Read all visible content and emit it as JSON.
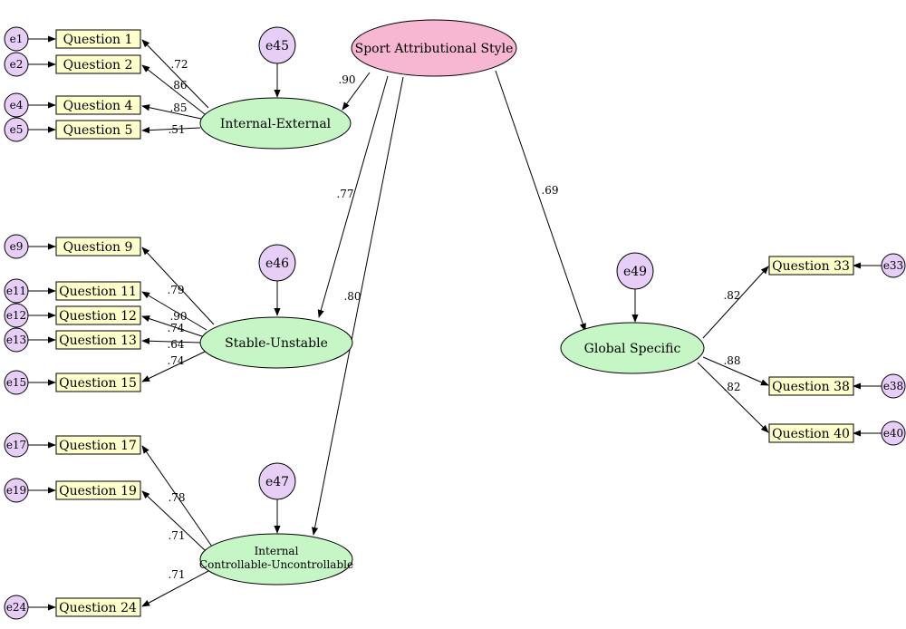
{
  "errors": [
    "e1",
    "e2",
    "e4",
    "e5",
    "e9",
    "e11",
    "e12",
    "e13",
    "e15",
    "e17",
    "e19",
    "e24",
    "e33",
    "e38",
    "e40"
  ],
  "latent_errors": [
    "e45",
    "e46",
    "e47",
    "e49"
  ],
  "questions": [
    "Question 1",
    "Question 2",
    "Question 4",
    "Question 5",
    "Question 9",
    "Question 11",
    "Question 12",
    "Question 13",
    "Question 15",
    "Question 17",
    "Question 19",
    "Question 24",
    "Question 33",
    "Question 38",
    "Question 40"
  ],
  "factors": {
    "top": "Sport Attributional Style",
    "ie": "Internal-External",
    "su": "Stable-Unstable",
    "icu_line1": "Internal",
    "icu_line2": "Controllable-Uncontrollable",
    "gs": "Global Specific"
  },
  "loadings": {
    "q1": ".72",
    "q2": ".86",
    "q4": ".85",
    "q5": ".51",
    "q9": ".79",
    "q11": ".90",
    "q12": ".74",
    "q13": ".64",
    "q15": ".74",
    "q17": ".78",
    "q19": ".71",
    "q24": ".71",
    "q33": ".82",
    "q38": ".88",
    "q40": ".82"
  },
  "paths": {
    "ie": ".90",
    "su": ".77",
    "icu": ".80",
    "gs": ".69"
  },
  "colors": {
    "latent_fill": "#c6f5c6",
    "top_fill": "#f7b6d2",
    "error_fill": "#e6cef7",
    "box_fill": "#ffffcc"
  }
}
